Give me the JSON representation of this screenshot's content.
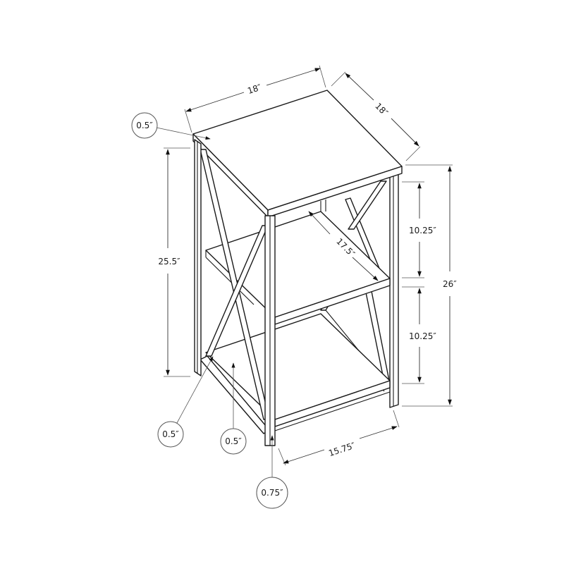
{
  "diagram": {
    "type": "furniture-dimension-drawing",
    "subject": "3-tier X-frame end table",
    "dimensions": {
      "top_width": "18″",
      "top_depth": "18″",
      "top_thickness": "0.5″",
      "overall_height": "26″",
      "leg_height": "25.5″",
      "shelf_spacing_upper": "10.25″",
      "shelf_spacing_lower": "10.25″",
      "shelf_depth": "17.5″",
      "base_width": "15.75″",
      "frame_thickness_side": "0.5″",
      "bottom_shelf_thickness": "0.5″",
      "leg_thickness": "0.75″"
    },
    "colors": {
      "line": "#1a1a1a",
      "background": "#ffffff"
    }
  }
}
